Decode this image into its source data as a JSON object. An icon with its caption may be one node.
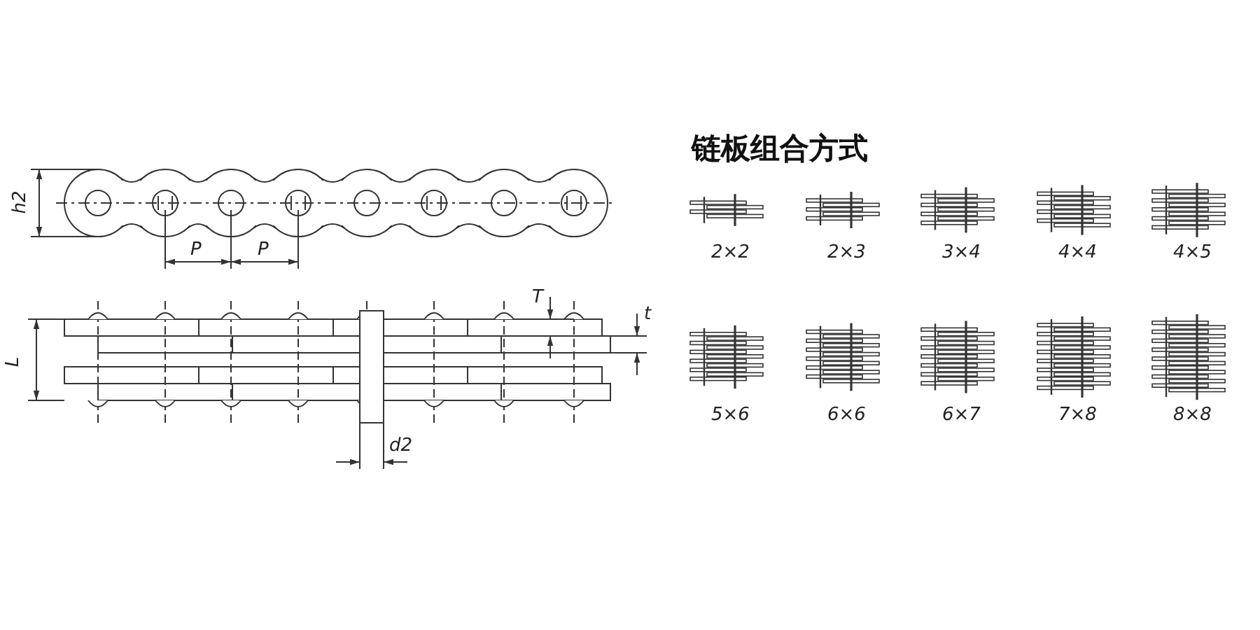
{
  "diagram": {
    "title": "链板组合方式",
    "labels": [
      "h2",
      "P",
      "P",
      "T",
      "t",
      "L",
      "d2",
      "2×2",
      "2×3",
      "3×4",
      "4×4",
      "4×5",
      "5×6",
      "6×6",
      "6×7",
      "7×8",
      "8×8"
    ]
  }
}
